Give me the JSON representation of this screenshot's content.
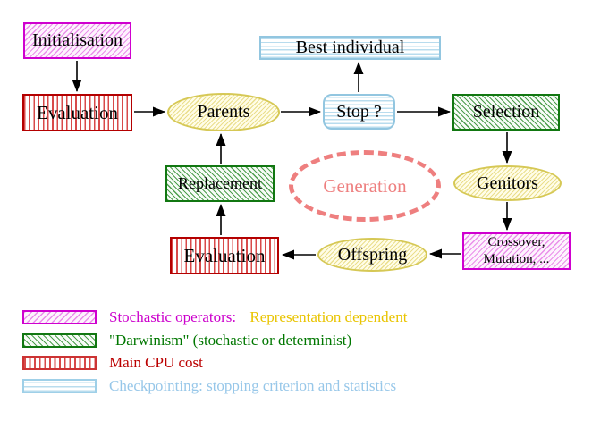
{
  "diagram": {
    "nodes": {
      "initialisation": {
        "label": "Initialisation"
      },
      "evaluation_top": {
        "label": "Evaluation"
      },
      "parents": {
        "label": "Parents"
      },
      "best_individual": {
        "label": "Best individual"
      },
      "stop": {
        "label": "Stop ?"
      },
      "selection": {
        "label": "Selection"
      },
      "genitors": {
        "label": "Genitors"
      },
      "crossover_mutation": {
        "line1": "Crossover,",
        "line2": "Mutation, ..."
      },
      "offspring": {
        "label": "Offspring"
      },
      "evaluation_bottom": {
        "label": "Evaluation"
      },
      "replacement": {
        "label": "Replacement"
      },
      "generation": {
        "label": "Generation"
      }
    },
    "legend": {
      "rows": [
        {
          "swatch": "magenta-diagonal-hatch",
          "part1": "Stochastic operators:",
          "part2": "Representation dependent",
          "part1_color": "#cc00cc",
          "part2_color": "#e9c400"
        },
        {
          "swatch": "green-diagonal-hatch",
          "text": "\"Darwinism\" (stochastic or determinist)",
          "color": "#007700"
        },
        {
          "swatch": "red-vertical-stripes",
          "text": "Main CPU cost",
          "color": "#bb0000"
        },
        {
          "swatch": "cyan-horizontal-stripes",
          "text": "Checkpointing: stopping criterion and statistics",
          "color": "#97c7e9"
        }
      ]
    },
    "colors": {
      "magenta": "#cc00cc",
      "green": "#117711",
      "red": "#b40000",
      "cyan": "#92c6e0",
      "yellow_node_border": "#d6c855",
      "salmon": "#ee7f7f"
    }
  }
}
